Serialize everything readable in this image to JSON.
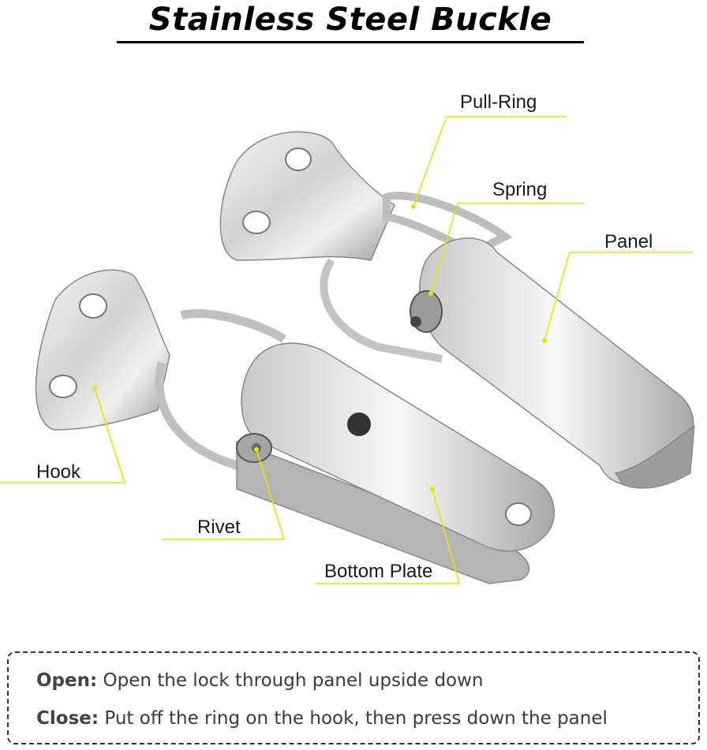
{
  "title": "Stainless Steel Buckle",
  "labels": {
    "pull_ring": "Pull-Ring",
    "spring": "Spring",
    "panel": "Panel",
    "hook": "Hook",
    "rivet": "Rivet",
    "bottom_plate": "Bottom Plate"
  },
  "instructions": {
    "open_key": "Open:",
    "open_text": "Open the lock through panel upside down",
    "close_key": "Close:",
    "close_text": "Put off the ring on the hook, then press down the panel"
  },
  "colors": {
    "leader_line": "#e6e600",
    "metal_light": "#eeeeee",
    "metal_dark": "#8a8a8a"
  }
}
